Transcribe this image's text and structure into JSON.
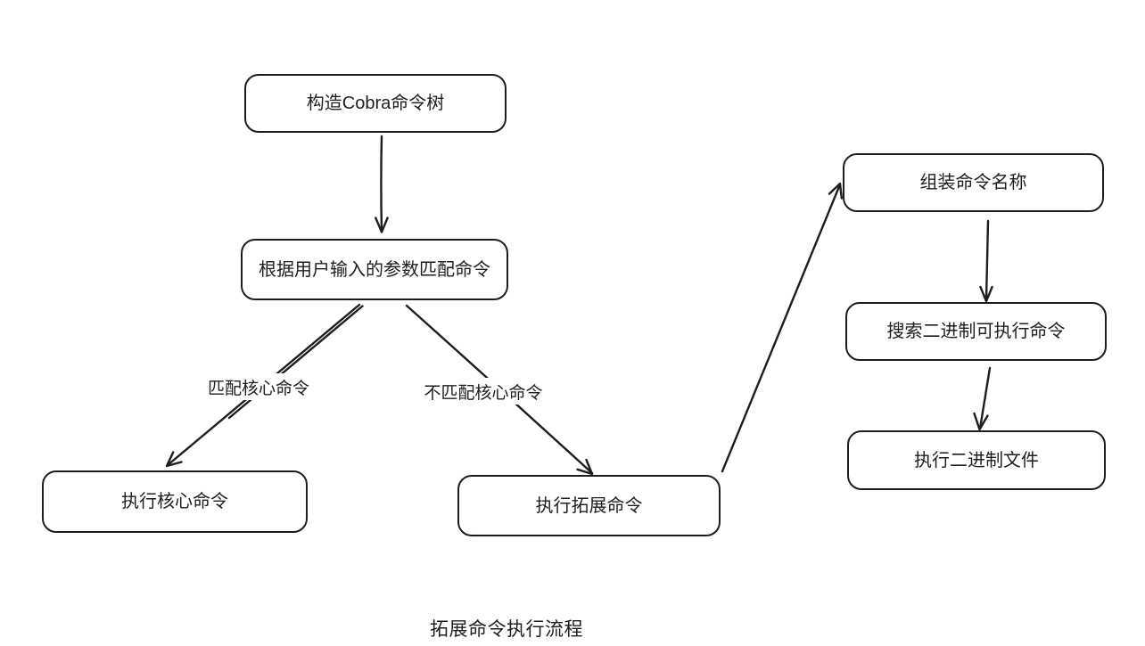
{
  "diagram": {
    "title": "拓展命令执行流程",
    "colors": {
      "stroke": "#1e1e1e",
      "background": "#ffffff"
    },
    "nodes": [
      {
        "id": "build-cobra-tree",
        "label": "构造Cobra命令树"
      },
      {
        "id": "match-user-params",
        "label": "根据用户输入的参数匹配命令"
      },
      {
        "id": "exec-core-command",
        "label": "执行核心命令"
      },
      {
        "id": "exec-extension-command",
        "label": "执行拓展命令"
      },
      {
        "id": "assemble-command-name",
        "label": "组装命令名称"
      },
      {
        "id": "search-binary-command",
        "label": "搜索二进制可执行命令"
      },
      {
        "id": "exec-binary-file",
        "label": "执行二进制文件"
      }
    ],
    "edge_labels": [
      {
        "id": "match-core",
        "label": "匹配核心命令"
      },
      {
        "id": "no-match-core",
        "label": "不匹配核心命令"
      }
    ],
    "edges": [
      {
        "from": "build-cobra-tree",
        "to": "match-user-params",
        "label": ""
      },
      {
        "from": "match-user-params",
        "to": "exec-core-command",
        "label": "匹配核心命令"
      },
      {
        "from": "match-user-params",
        "to": "exec-extension-command",
        "label": "不匹配核心命令"
      },
      {
        "from": "exec-extension-command",
        "to": "assemble-command-name",
        "label": ""
      },
      {
        "from": "assemble-command-name",
        "to": "search-binary-command",
        "label": ""
      },
      {
        "from": "search-binary-command",
        "to": "exec-binary-file",
        "label": ""
      }
    ]
  }
}
